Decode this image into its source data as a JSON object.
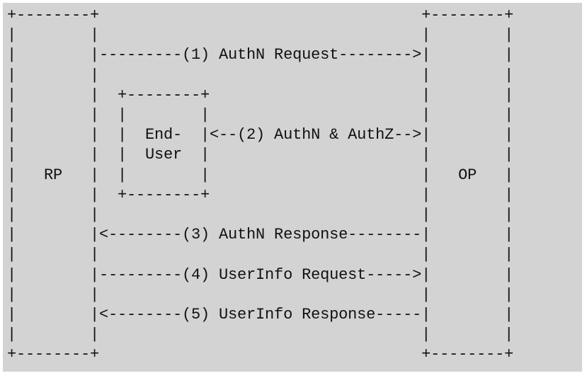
{
  "diagram": {
    "lines": [
      "+--------+                                   +--------+",
      "|        |                                   |        |",
      "|        |---------(1) AuthN Request-------->|        |",
      "|        |                                   |        |",
      "|        |  +--------+                       |        |",
      "|        |  |        |                       |        |",
      "|        |  |  End-  |<--(2) AuthN & AuthZ-->|        |",
      "|        |  |  User  |                       |        |",
      "|   RP   |  |        |                       |   OP   |",
      "|        |  +--------+                       |        |",
      "|        |                                   |        |",
      "|        |<--------(3) AuthN Response--------|        |",
      "|        |                                   |        |",
      "|        |---------(4) UserInfo Request----->|        |",
      "|        |                                   |        |",
      "|        |<--------(5) UserInfo Response-----|        |",
      "|        |                                   |        |",
      "+--------+                                   +--------+"
    ]
  }
}
